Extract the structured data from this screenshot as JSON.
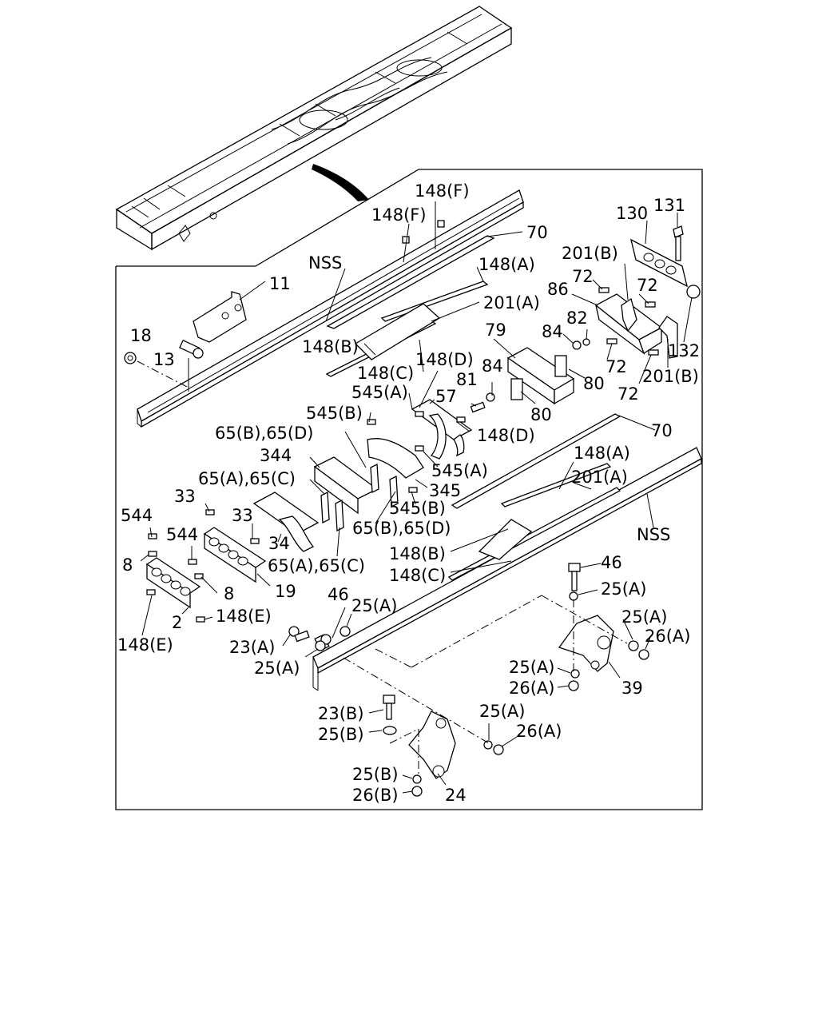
{
  "diagram": {
    "callouts": {
      "l_148F_top": "148(F)",
      "l_148F_mid": "148(F)",
      "l_70_top": "70",
      "l_NSS_top": "NSS",
      "l_148A_top": "148(A)",
      "l_11": "11",
      "l_201A_top": "201(A)",
      "l_18": "18",
      "l_13": "13",
      "l_148B_top": "148(B)",
      "l_148C_top": "148(C)",
      "l_148D_a": "148(D)",
      "l_545A_a": "545(A)",
      "l_545B_a": "545(B)",
      "l_57": "57",
      "l_65BD_a": "65(B),65(D)",
      "l_344": "344",
      "l_65AC_a": "65(A),65(C)",
      "l_33_a": "33",
      "l_33_b": "33",
      "l_544_a": "544",
      "l_544_b": "544",
      "l_8_a": "8",
      "l_8_b": "8",
      "l_34": "34",
      "l_65AC_b": "65(A),65(C)",
      "l_19": "19",
      "l_2": "2",
      "l_148E_a": "148(E)",
      "l_148E_b": "148(E)",
      "l_345": "345",
      "l_545A_b": "545(A)",
      "l_545B_b": "545(B)",
      "l_65BD_b": "65(B),65(D)",
      "l_148D_b": "148(D)",
      "l_81": "81",
      "l_84_a": "84",
      "l_84_b": "84",
      "l_79": "79",
      "l_80_a": "80",
      "l_80_b": "80",
      "l_82": "82",
      "l_86": "86",
      "l_72_a": "72",
      "l_72_b": "72",
      "l_72_c": "72",
      "l_72_d": "72",
      "l_130": "130",
      "l_131": "131",
      "l_201B_a": "201(B)",
      "l_201B_b": "201(B)",
      "l_132": "132",
      "l_70_mid": "70",
      "l_148A_mid": "148(A)",
      "l_201A_mid": "201(A)",
      "l_NSS_mid": "NSS",
      "l_148B_mid": "148(B)",
      "l_148C_mid": "148(C)",
      "l_46_a": "46",
      "l_25A_1": "25(A)",
      "l_25A_2": "25(A)",
      "l_26A_1": "26(A)",
      "l_25A_3": "25(A)",
      "l_26A_2": "26(A)",
      "l_39": "39",
      "l_46_b": "46",
      "l_25A_4": "25(A)",
      "l_23A": "23(A)",
      "l_25A_5": "25(A)",
      "l_23B": "23(B)",
      "l_25B_1": "25(B)",
      "l_25A_6": "25(A)",
      "l_26A_3": "26(A)",
      "l_25B_2": "25(B)",
      "l_26B": "26(B)",
      "l_24": "24"
    }
  }
}
